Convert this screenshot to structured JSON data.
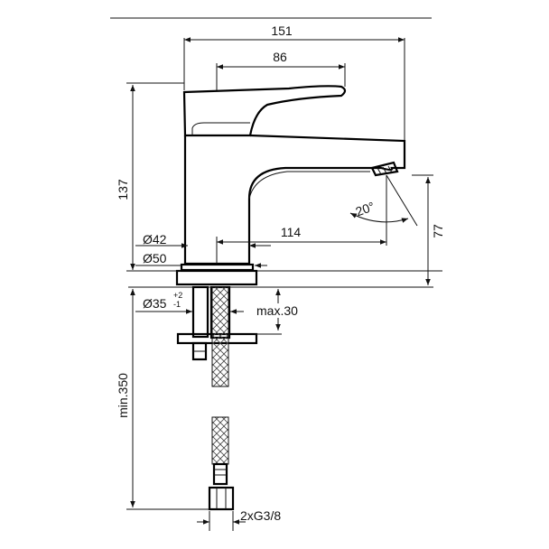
{
  "dimensions": {
    "overall_width": "151",
    "lever_length": "86",
    "height": "137",
    "spout_reach": "114",
    "spout_height": "77",
    "spray_angle": "20°",
    "base_diameter_42": "Ø42",
    "base_diameter_50": "Ø50",
    "hole_diameter": "Ø35",
    "hole_tolerance_plus": "+2",
    "hole_tolerance_minus": "-1",
    "max_deck_thickness": "max.30",
    "hose_length": "min.350",
    "connection": "2xG3/8"
  },
  "colors": {
    "line": "#111111",
    "background": "#ffffff"
  }
}
